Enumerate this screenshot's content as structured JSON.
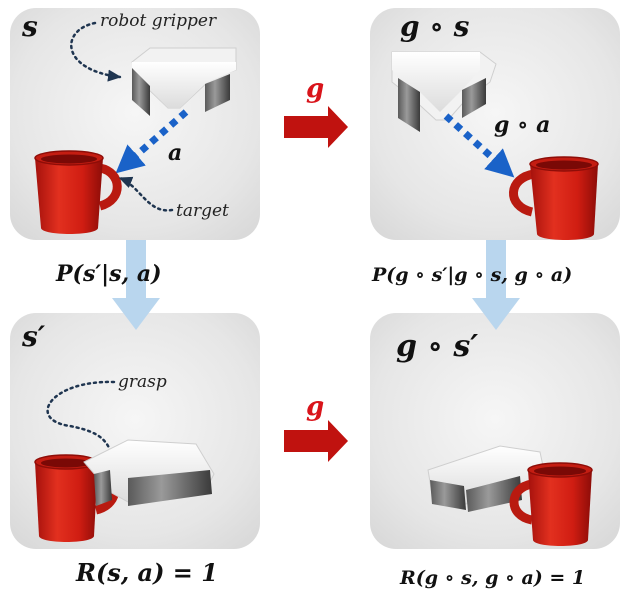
{
  "panels": {
    "top_left": {
      "label": "s",
      "annotations": {
        "gripper": "robot gripper",
        "action": "a",
        "target": "target"
      }
    },
    "top_right": {
      "label": "g ∘ s",
      "action": "g ∘ a"
    },
    "bottom_left": {
      "label": "s′",
      "annotation": "grasp"
    },
    "bottom_right": {
      "label": "g ∘ s′"
    }
  },
  "transform_label": "g",
  "transition": {
    "left": "P(s′|s, a)",
    "right": "P(g ∘ s′|g ∘ s, g ∘ a)"
  },
  "reward": {
    "left": "R(s, a) = 1",
    "right": "R(g ∘ s, g ∘  a) = 1"
  },
  "colors": {
    "panel_bg": "#e8e8e8",
    "red_arrow": "#c0120f",
    "blue_action": "#1a62c8",
    "down_arrow": "#b9d6ee",
    "mug_red": "#d52318"
  }
}
